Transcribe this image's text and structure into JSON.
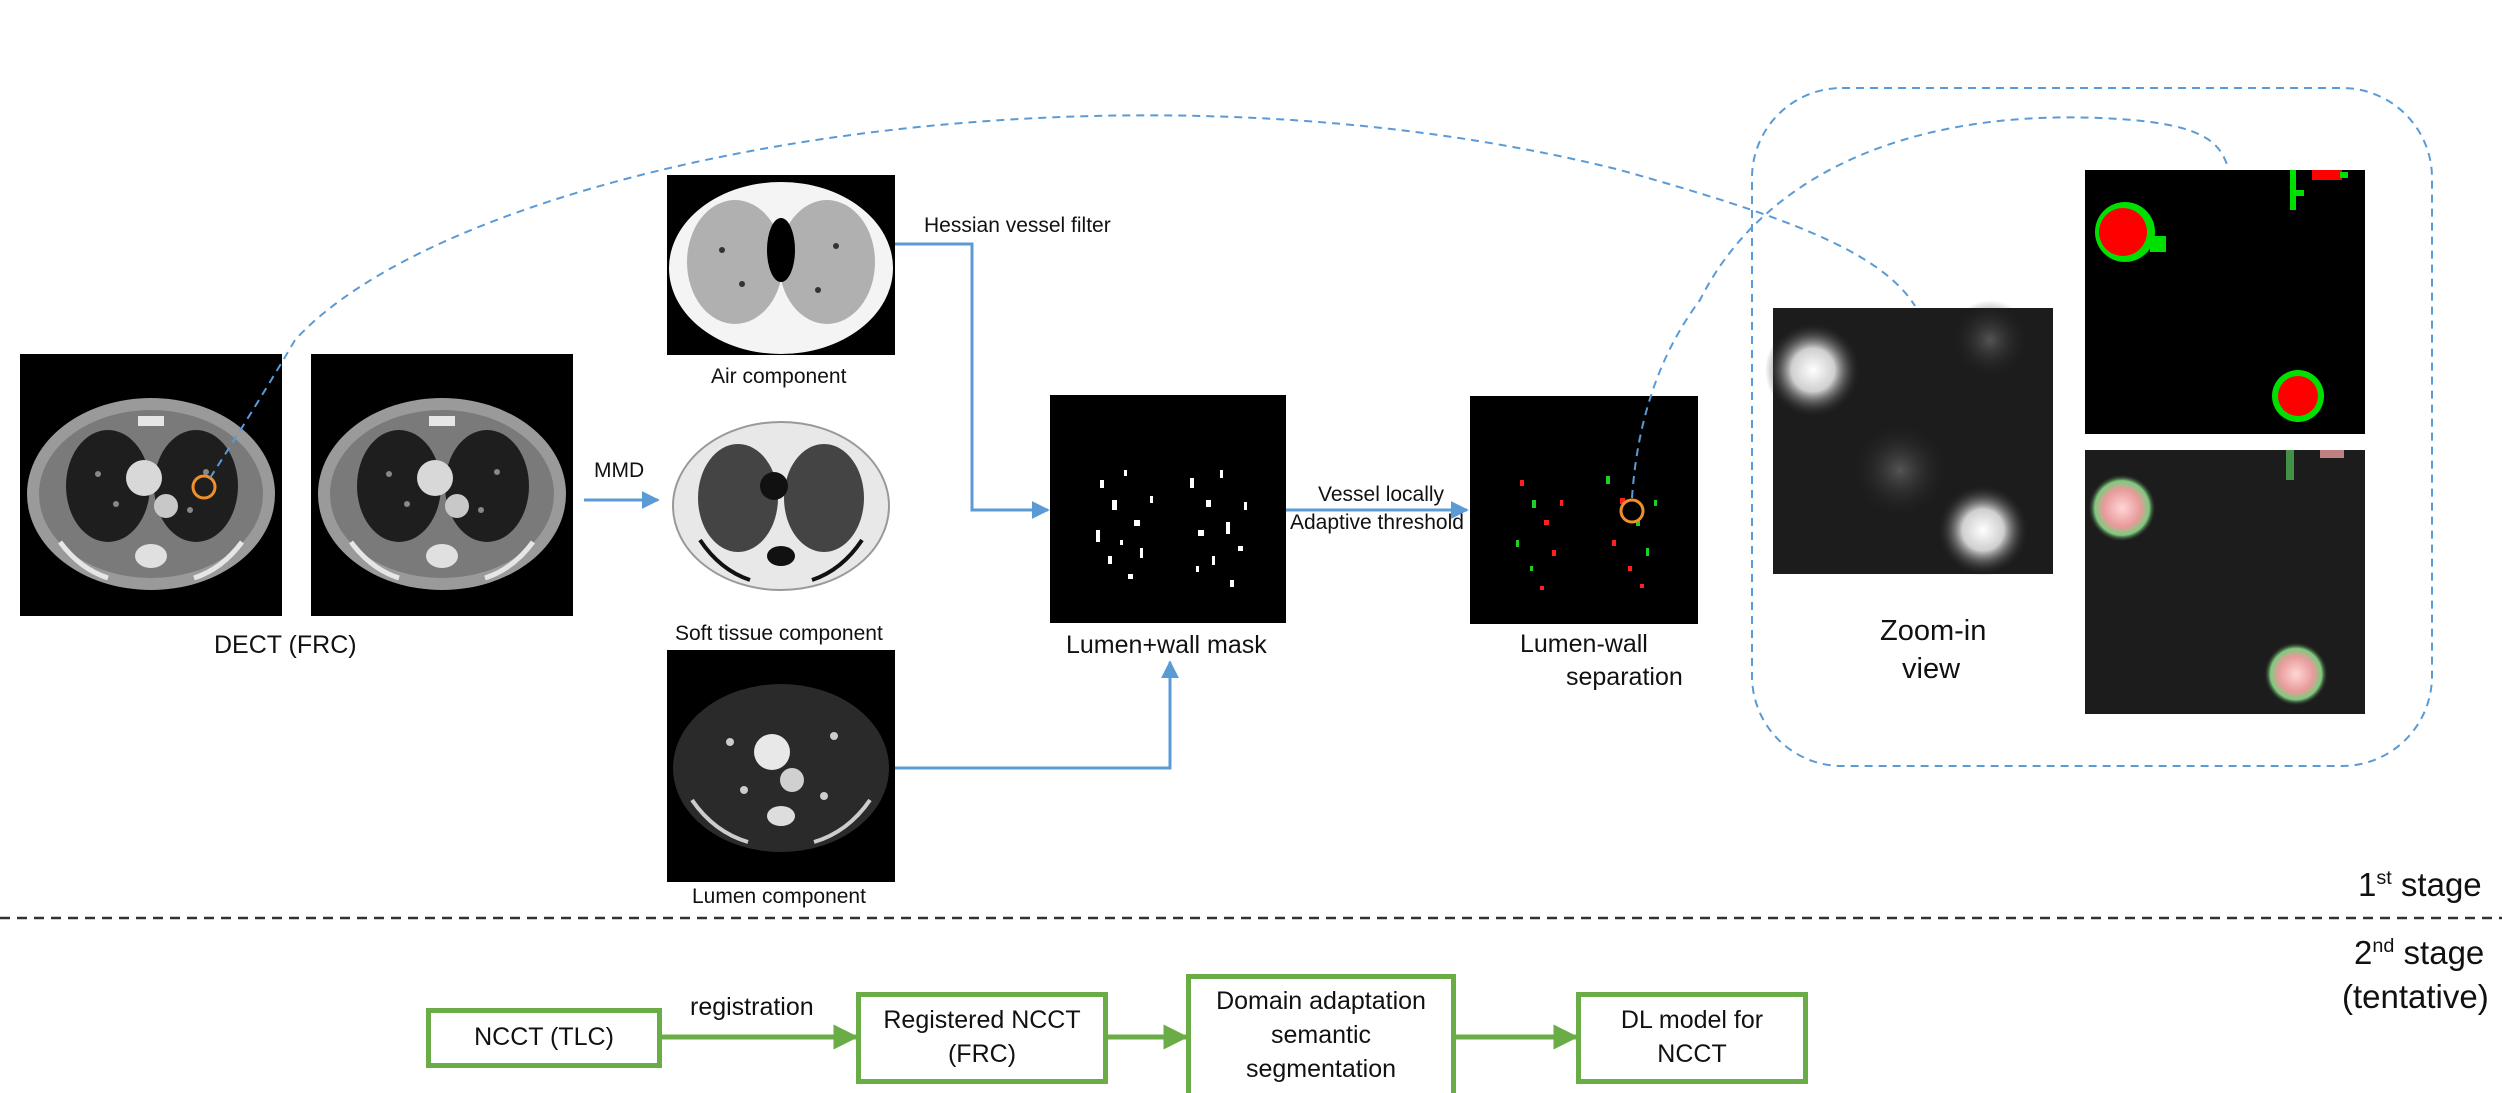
{
  "stage1": {
    "dect_label": "DECT (FRC)",
    "mmd_label": "MMD",
    "air_label": "Air component",
    "soft_label": "Soft tissue component",
    "lumen_label": "Lumen component",
    "hessian_label": "Hessian vessel filter",
    "mask_label": "Lumen+wall mask",
    "threshold_line1": "Vessel locally",
    "threshold_line2": "Adaptive threshold",
    "sep_line1": "Lumen-wall",
    "sep_line2": "separation",
    "zoom_line1": "Zoom-in",
    "zoom_line2": "view",
    "stage_num": "1",
    "stage_sup": "st",
    "stage_word": " stage"
  },
  "stage2": {
    "stage_num": "2",
    "stage_sup": "nd",
    "stage_word": " stage",
    "stage_note": "(tentative)",
    "ncct_tlc": "NCCT (TLC)",
    "registration_label": "registration",
    "registered_line1": "Registered NCCT",
    "registered_line2": "(FRC)",
    "domain_line1": "Domain adaptation",
    "domain_line2": "semantic",
    "domain_line3": "segmentation",
    "dl_line1": "DL model for",
    "dl_line2": "NCCT"
  },
  "colors": {
    "arrow_blue": "#5b9bd5",
    "box_green": "#6aac46",
    "lumen_red": "#ff0000",
    "wall_green": "#00e000",
    "marker_orange": "#f0902c"
  },
  "icons": {
    "ct_scan": "axial-chest-ct-image",
    "mask": "binary-vessel-mask-image",
    "zoom": "zoomed-vessel-crop-image"
  }
}
